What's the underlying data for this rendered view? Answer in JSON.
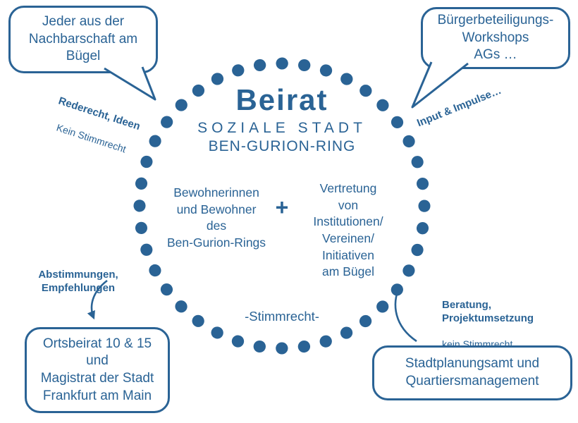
{
  "colors": {
    "primary": "#2a6395"
  },
  "bubbles": {
    "top_left": {
      "text": "Jeder aus der\nNachbarschaft am\nBügel"
    },
    "top_right": {
      "text": "Bürgerbeteiligungs-\nWorkshops\nAGs …"
    },
    "bottom_left": {
      "text": "Ortsbeirat 10 & 15\nund\nMagistrat der Stadt\nFrankfurt am Main"
    },
    "bottom_right": {
      "text": "Stadtplanungsamt und\nQuartiersmanagement"
    }
  },
  "labels": {
    "top_left_bold": "Rederecht, Ideen",
    "top_left_normal": "Kein Stimmrecht",
    "top_right_bold": "Input & Impulse…",
    "bottom_left_bold": "Abstimmungen,\nEmpfehlungen",
    "bottom_right_bold": "Beratung,\nProjektumsetzung",
    "bottom_right_normal": "kein Stimmrecht"
  },
  "center": {
    "title": "Beirat",
    "subtitle_line1": "SOZIALE STADT",
    "subtitle_line2": "BEN-GURION-RING",
    "left_group": "Bewohnerinnen\nund Bewohner\ndes\nBen-Gurion-Rings",
    "plus": "+",
    "right_group": "Vertretung\nvon\nInstitutionen/\nVereinen/\nInitiativen\nam Bügel",
    "voting": "-Stimmrecht-"
  }
}
